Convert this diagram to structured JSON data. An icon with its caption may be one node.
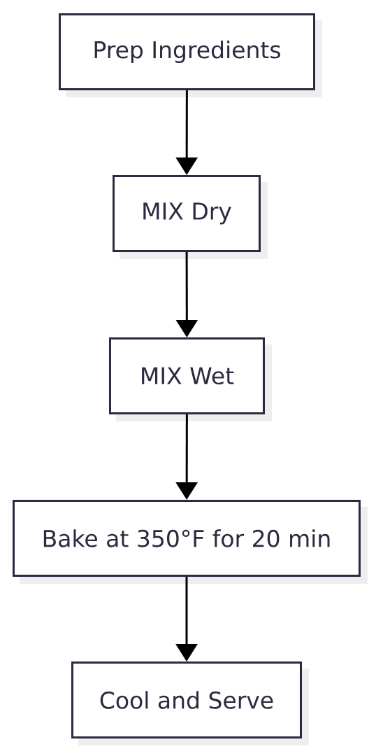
{
  "diagram": {
    "nodes": [
      {
        "text": [
          "Prep Ingredients"
        ]
      },
      {
        "text": [
          "MIX Dry"
        ]
      },
      {
        "text": [
          "MIX Wet"
        ]
      },
      {
        "text": [
          "Bake at 350°F for 20 min"
        ]
      },
      {
        "text": [
          "Cool and Serve"
        ]
      }
    ],
    "edges": [
      {
        "from": 0,
        "to": 1,
        "arrow": "to"
      },
      {
        "from": 1,
        "to": 2,
        "arrow": "to"
      },
      {
        "from": 2,
        "to": 3,
        "arrow": "to"
      },
      {
        "from": 3,
        "to": 4,
        "arrow": "to"
      }
    ]
  }
}
